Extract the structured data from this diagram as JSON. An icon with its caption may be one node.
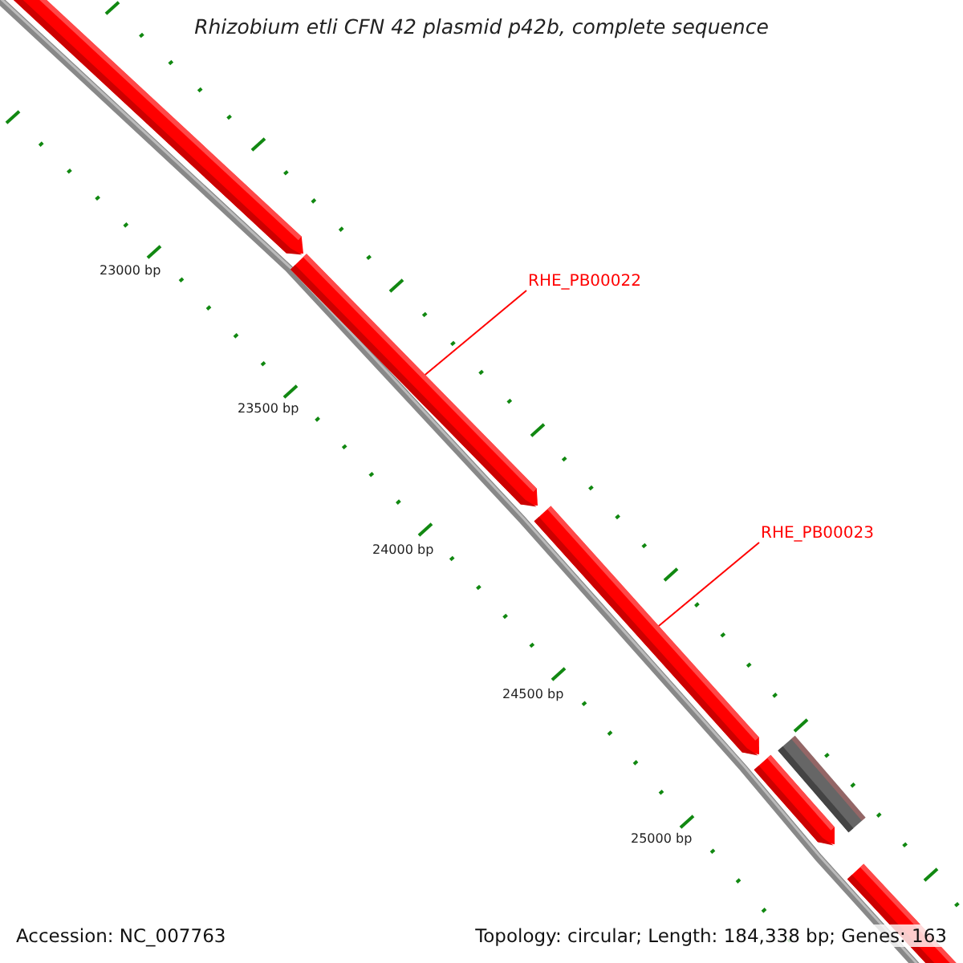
{
  "diagram": {
    "title": "Rhizobium etli CFN 42 plasmid p42b, complete sequence",
    "nodes": [
      {
        "text": [
          "RHE_PB00022"
        ]
      },
      {
        "text": [
          "RHE_PB00023"
        ]
      },
      {
        "text": [],
        "shape": "bar"
      },
      {
        "text": [],
        "shape": "bar"
      },
      {
        "text": [],
        "shape": "bar"
      },
      {
        "text": [],
        "shape": "bar"
      },
      {
        "text": [],
        "shape": "bar"
      },
      {
        "text": [],
        "shape": "bar"
      }
    ],
    "edges": [
      {
        "from": 0,
        "to": 3,
        "arrow": "none"
      },
      {
        "from": 1,
        "to": 4,
        "arrow": "none"
      }
    ],
    "labels": [
      "23000 bp",
      "23500 bp",
      "24000 bp",
      "24500 bp",
      "25000 bp",
      "Accession: NC_007763",
      "Topology: circular; Length: 184,338 bp; Genes: 163"
    ]
  }
}
